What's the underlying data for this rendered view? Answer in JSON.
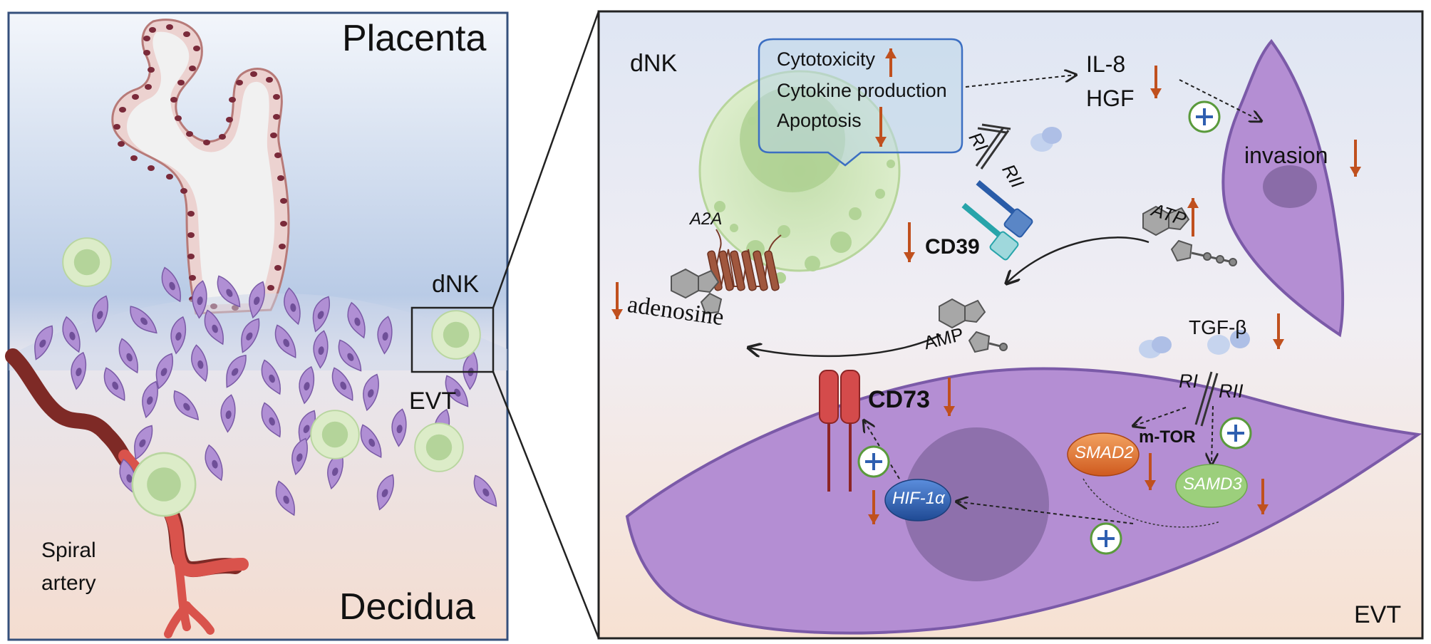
{
  "left_panel": {
    "placenta_label": "Placenta",
    "decidua_label": "Decidua",
    "dnk_label": "dNK",
    "evt_label": "EVT",
    "spiral_artery_label_line1": "Spiral",
    "spiral_artery_label_line2": "artery"
  },
  "right_panel": {
    "dnk_label": "dNK",
    "evt_label": "EVT",
    "callout": {
      "line1": "Cytotoxicity",
      "line2": "Cytokine production",
      "line3": "Apoptosis"
    },
    "il8_label": "IL-8",
    "hgf_label": "HGF",
    "invasion_label": "invasion",
    "ri_top_label": "RI",
    "rii_top_label": "RII",
    "a2a_label": "A2A",
    "cd39_label": "CD39",
    "atp_label": "ATP",
    "amp_label": "AMP",
    "adenosine_label": "adenosine",
    "tgf_label": "TGF-β",
    "ri_bottom_label": "RI",
    "rii_bottom_label": "RII",
    "cd73_label": "CD73",
    "mtor_label": "m-TOR",
    "smad2_label": "SMAD2",
    "samd3_label": "SAMD3",
    "hif_label": "HIF-1α"
  },
  "colors": {
    "arrow_orange": "#c0501e",
    "plus_green": "#5a9a3c",
    "plus_blue": "#2f5fb0",
    "evt_purple": "#b892d4",
    "dnk_green": "#cfe6b8",
    "artery_red": "#c9403a",
    "cd73_red": "#d04848",
    "hif_blue": "#2f63b2",
    "smad2_orange": "#e07a3a",
    "samd3_green": "#9ccf7c"
  }
}
